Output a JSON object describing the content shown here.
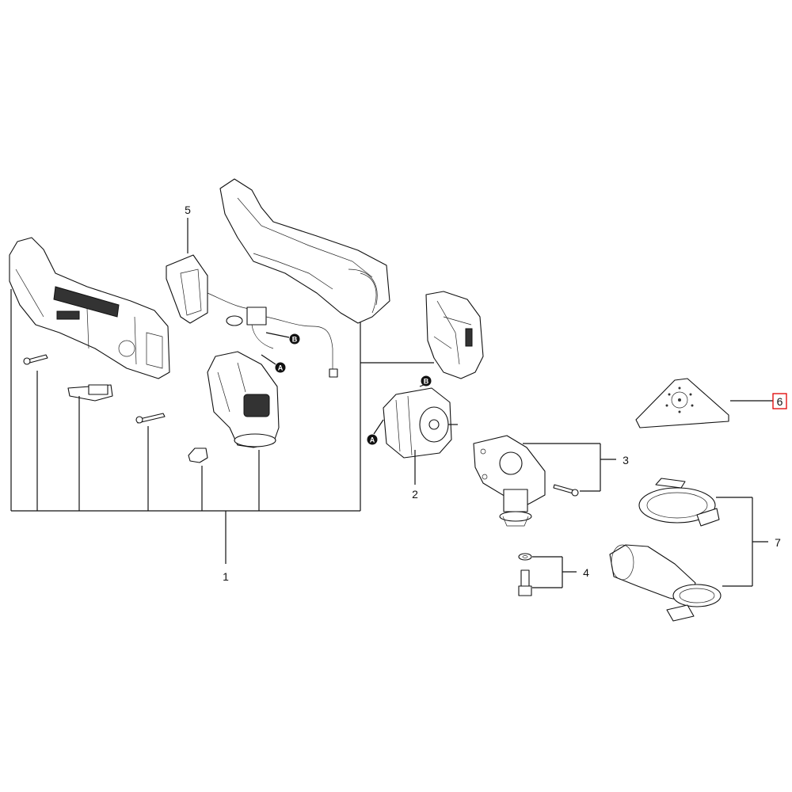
{
  "callouts": {
    "c1": "1",
    "c2": "2",
    "c3": "3",
    "c4": "4",
    "c5": "5",
    "c6": "6",
    "c7": "7"
  },
  "connectors": {
    "a": "A",
    "b": "B"
  },
  "highlight_color": "#e00000"
}
